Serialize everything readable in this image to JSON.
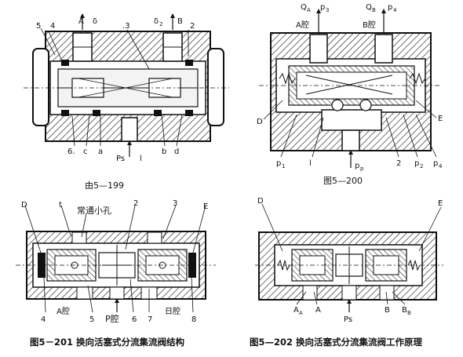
{
  "figures": {
    "fig199": {
      "caption": "由5—199",
      "labels": {
        "n5": "5",
        "n4": "4",
        "A": "A",
        "delta": "δ",
        "n3": ".3",
        "delta2": "δ",
        "delta2_sub": "2",
        "B": "B",
        "n2": "2",
        "n6": "6.",
        "c": "c",
        "a": "a",
        "Ps": "Ps",
        "l": "l",
        "b": "b",
        "d": "d"
      }
    },
    "fig200": {
      "caption": "图5—200",
      "labels": {
        "QA": "Q",
        "QA_sub": "A",
        "p3": "p",
        "p3_sub": "3",
        "QB": "Q",
        "QB_sub": "B",
        "p4": "p",
        "p4_sub": "4",
        "Achamber": "A腔",
        "Bchamber": "B腔",
        "D": "D",
        "E": "E",
        "p1": "p",
        "p1_sub": "1",
        "l": "l",
        "pp": "p",
        "pp_sub": "p",
        "n2": "2",
        "p2": "p",
        "p2_sub": "2",
        "p4b": "p",
        "p4b_sub": "4"
      }
    },
    "fig201": {
      "caption": "图5－201  换向活塞式分流集流阀结构",
      "labels": {
        "D": "D",
        "t": "t",
        "orifice": "常通小孔",
        "n2": "2",
        "n3": "3",
        "E": "E",
        "n4": "4",
        "Achamber": "A腔",
        "n5": "5",
        "Pchamber": "P腔",
        "n6": "6",
        "n7": "7",
        "Bchamber": "日腔",
        "n8": "8"
      }
    },
    "fig202": {
      "caption": "图5—202  换向活塞式分流集流阀工作原理",
      "labels": {
        "D": "D",
        "E": "E",
        "AA": "A",
        "AA_sub": "A",
        "A": "A",
        "Ps": "Ps",
        "B": "B",
        "BB": "B",
        "BB_sub": "B"
      }
    }
  }
}
